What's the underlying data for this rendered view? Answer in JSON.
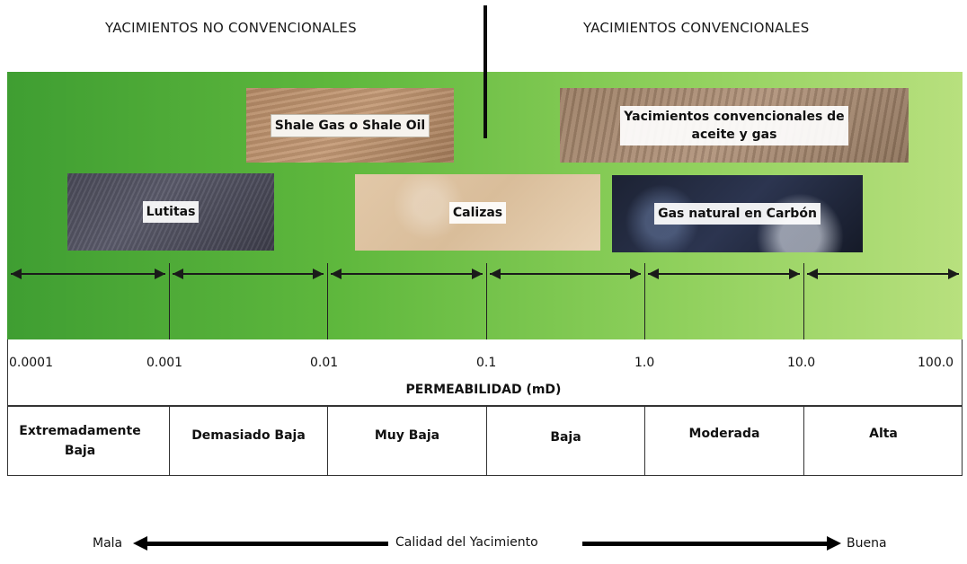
{
  "headers": {
    "left": "YACIMIENTOS NO CONVENCIONALES",
    "right": "YACIMIENTOS CONVENCIONALES"
  },
  "rocks": {
    "shale": "Shale Gas o Shale Oil",
    "conventional_line1": "Yacimientos convencionales de",
    "conventional_line2": "aceite y gas",
    "lutitas": "Lutitas",
    "calizas": "Calizas",
    "carbon": "Gas natural en Carbón"
  },
  "scale": {
    "ticks": [
      "0.0001",
      "0.001",
      "0.01",
      "0.1",
      "1.0",
      "10.0",
      "100.0"
    ],
    "title": "PERMEABILIDAD (mD)"
  },
  "classes": [
    "Extremadamente Baja",
    "Demasiado Baja",
    "Muy Baja",
    "Baja",
    "Moderada",
    "Alta"
  ],
  "quality": {
    "low": "Mala",
    "label": "Calidad del Yacimiento",
    "high": "Buena"
  },
  "colors": {
    "band_left": "#3f9e32",
    "band_right": "#b8e07e"
  }
}
